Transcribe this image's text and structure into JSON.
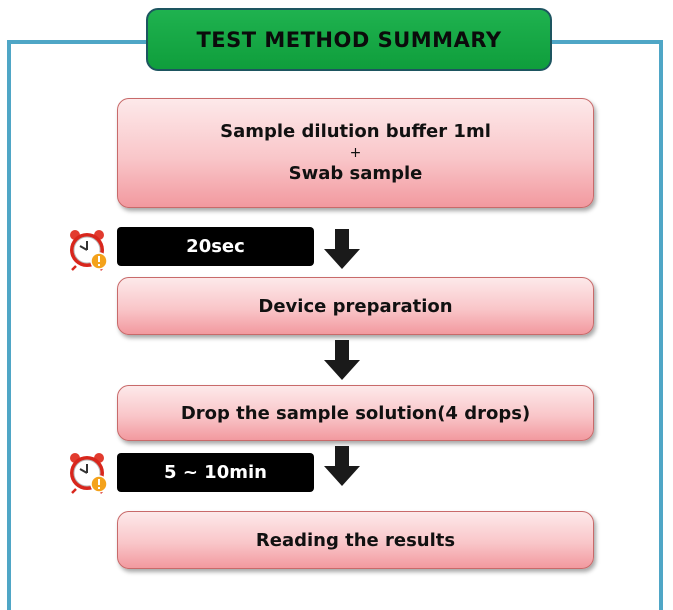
{
  "title": "TEST METHOD SUMMARY",
  "steps": {
    "step1": {
      "line1": "Sample dilution buffer 1ml",
      "plus": "+",
      "line2": "Swab sample"
    },
    "step2": "Device preparation",
    "step3": "Drop the sample solution(4 drops)",
    "step4": "Reading the results"
  },
  "timers": {
    "t1": "20sec",
    "t2": "5 ~ 10min"
  },
  "colors": {
    "frame": "#4fa6c6",
    "title_bg": "#1fb24f",
    "step_bg": "#f9c6c9",
    "timer_bg": "#000000",
    "arrow": "#1a1a1a"
  },
  "icons": [
    "alarm-clock-icon",
    "down-arrow-icon"
  ]
}
